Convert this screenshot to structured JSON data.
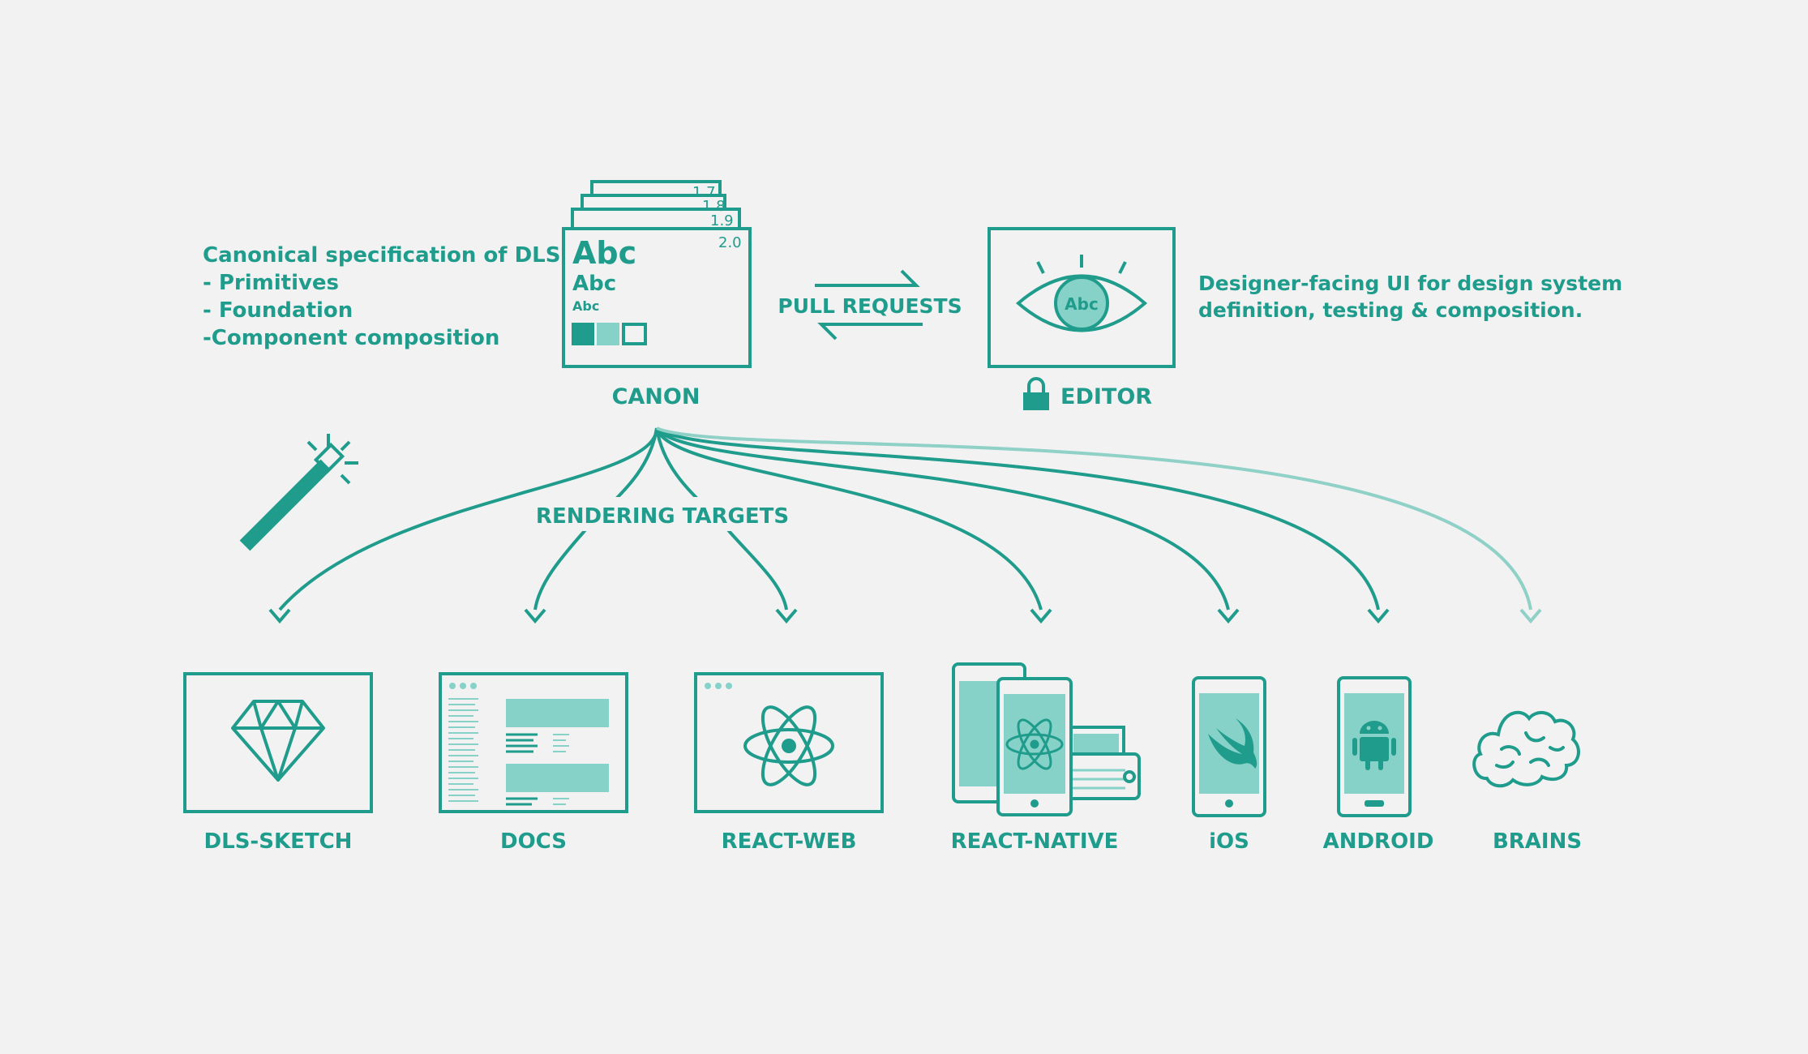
{
  "colors": {
    "teal": "#1f9c8c",
    "teal_light": "#86d2c8",
    "teal_faded": "#8fd0c7",
    "background": "#f2f2f2"
  },
  "canon": {
    "label": "CANON",
    "description": [
      "Canonical specification of DLS:",
      "- Primitives",
      "- Foundation",
      "-Component composition"
    ],
    "versions": [
      "1.7",
      "1.8",
      "1.9",
      "2.0"
    ],
    "samples": [
      "Abc",
      "Abc",
      "Abc"
    ],
    "icon": "document-stack-icon"
  },
  "pull_requests": {
    "label": "PULL REQUESTS",
    "icon": "swap-arrows-icon"
  },
  "editor": {
    "label": "EDITOR",
    "eye_text": "Abc",
    "description": [
      "Designer-facing UI for design system",
      "definition, testing & composition."
    ],
    "icons": [
      "eye-icon",
      "lock-icon"
    ]
  },
  "rendering_targets": {
    "label": "RENDERING TARGETS",
    "icon": "magic-wand-icon"
  },
  "targets": [
    {
      "label": "DLS-SKETCH",
      "icon": "sketch-diamond-icon"
    },
    {
      "label": "DOCS",
      "icon": "docs-window-icon"
    },
    {
      "label": "REACT-WEB",
      "icon": "react-window-icon"
    },
    {
      "label": "REACT-NATIVE",
      "icon": "devices-react-icon"
    },
    {
      "label": "iOS",
      "icon": "swift-phone-icon"
    },
    {
      "label": "ANDROID",
      "icon": "android-phone-icon"
    },
    {
      "label": "BRAINS",
      "icon": "brain-icon",
      "faded": true
    }
  ]
}
